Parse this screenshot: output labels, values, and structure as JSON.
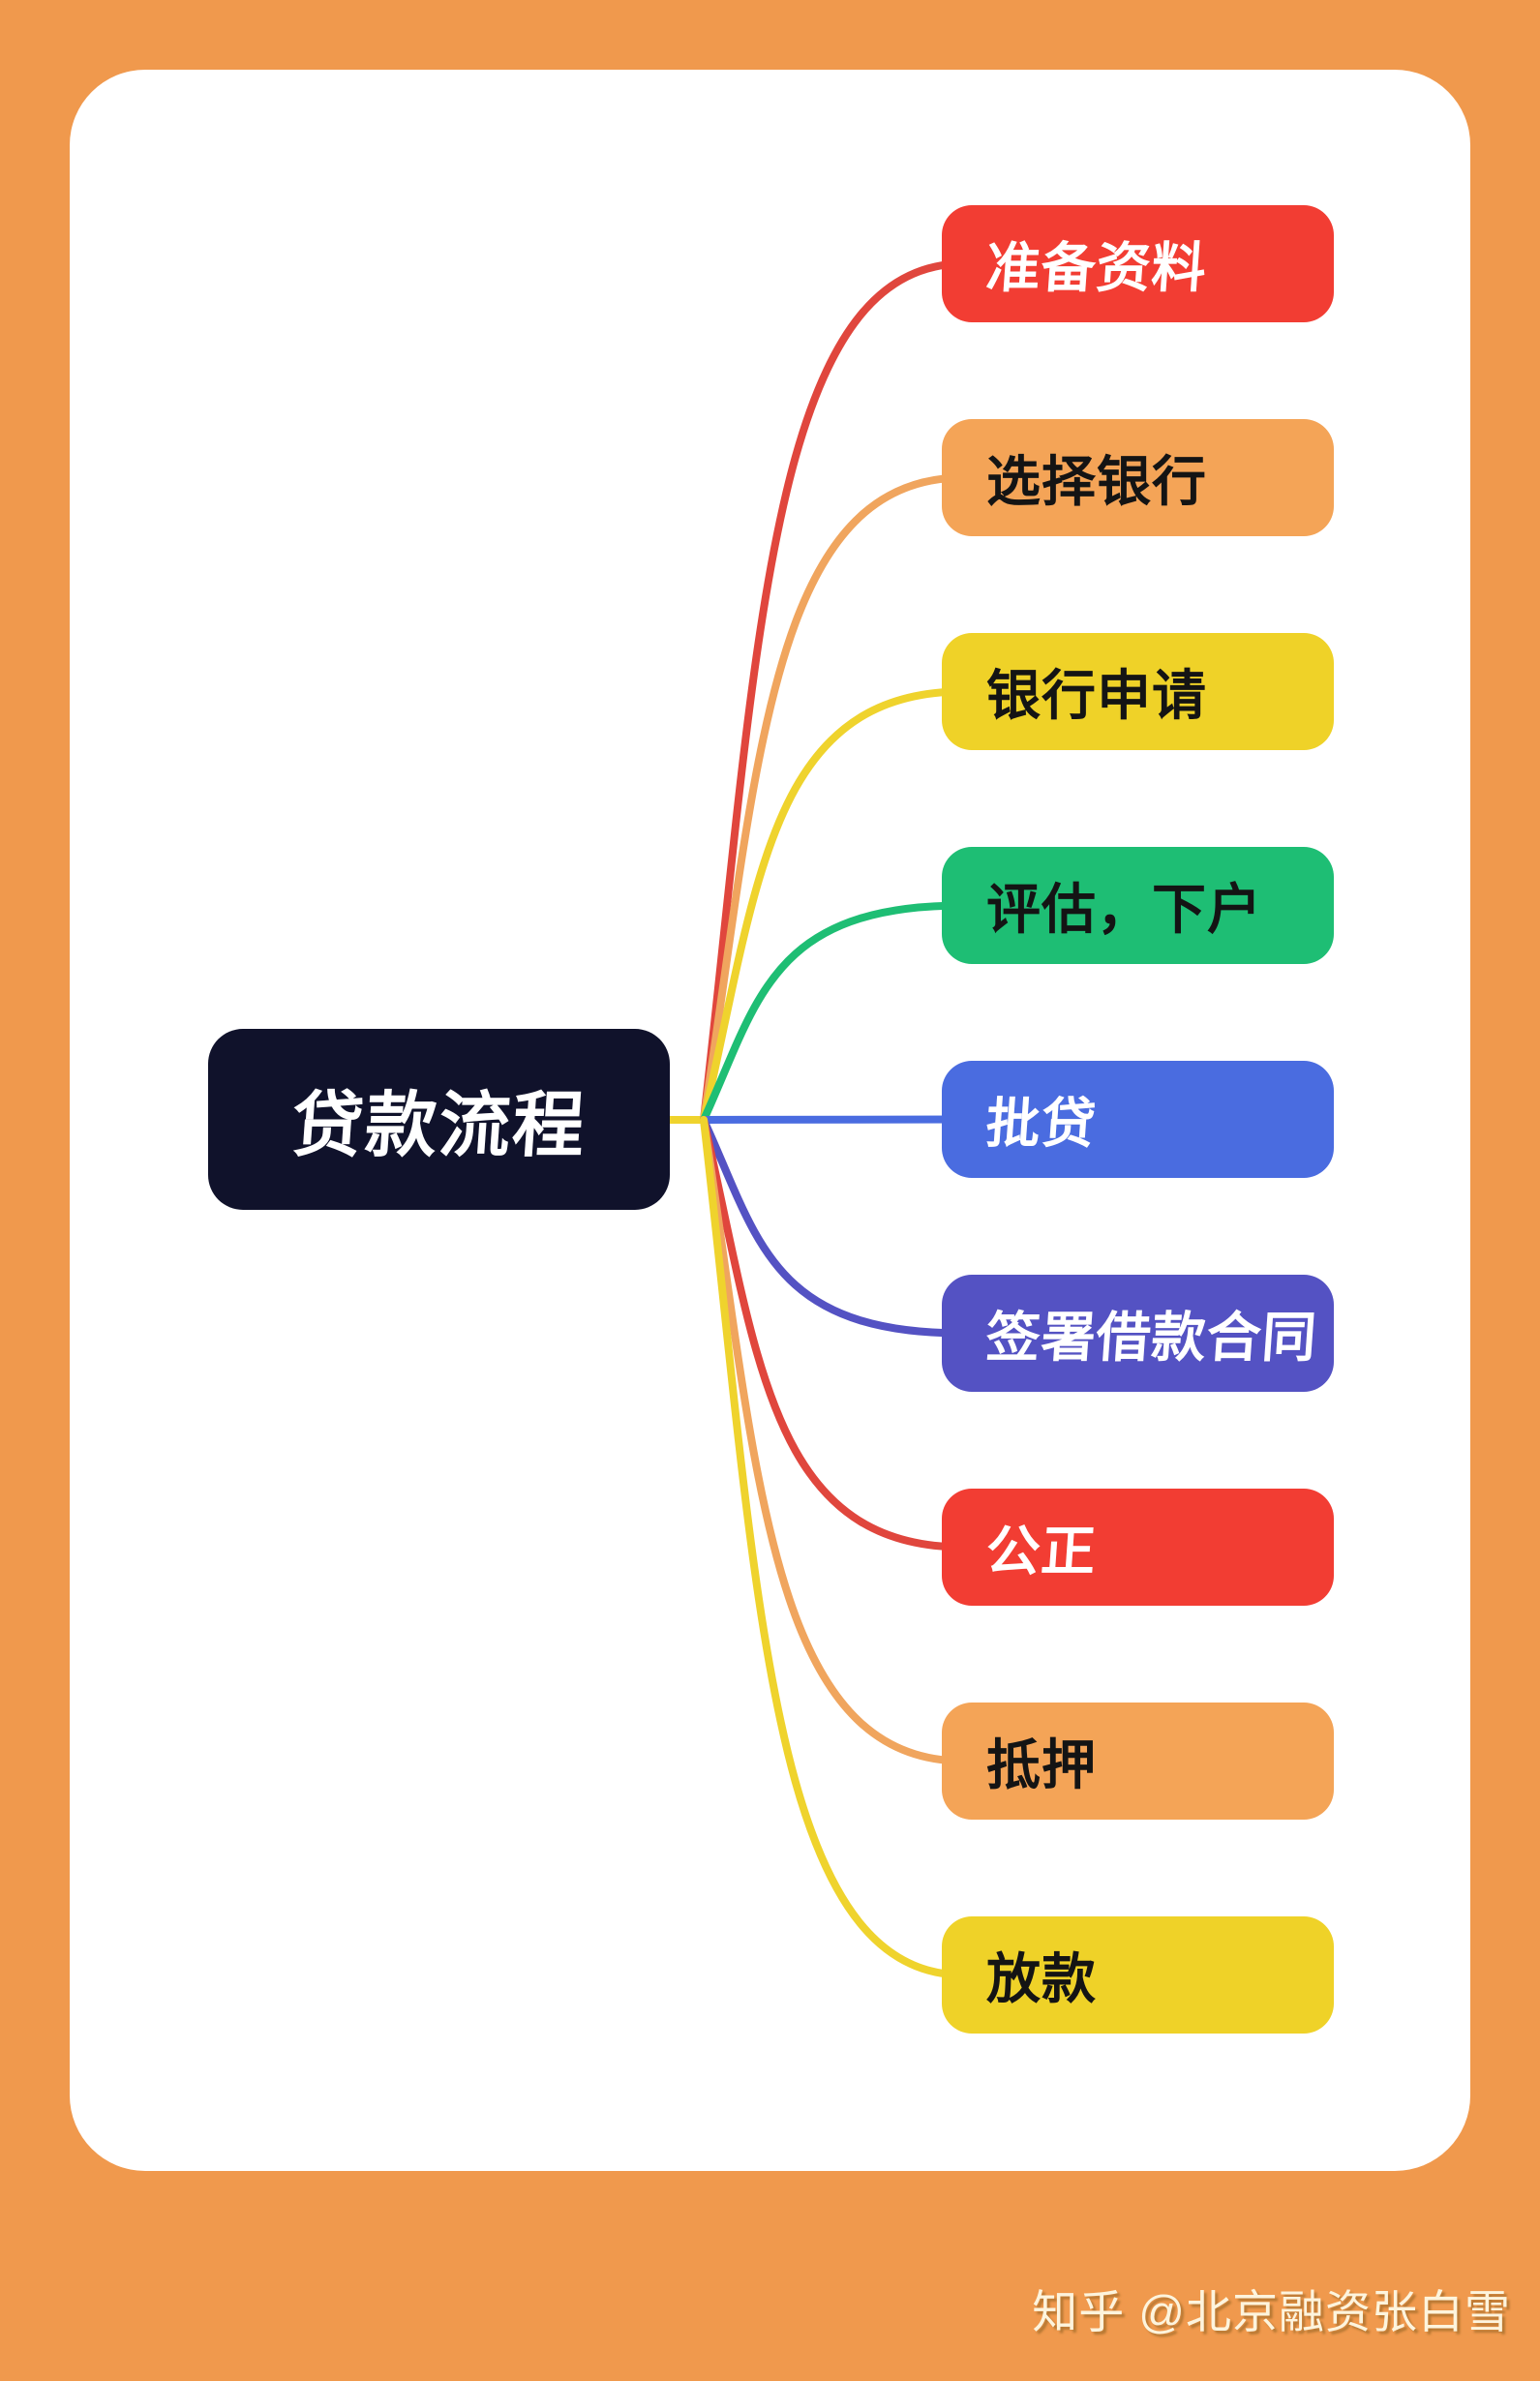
{
  "page": {
    "background_color": "#f0994d",
    "card_color": "#ffffff"
  },
  "watermark": {
    "text": "知乎 @北京融资张白雪"
  },
  "mindmap": {
    "root": {
      "label": "贷款流程",
      "bg": "#10122b",
      "text_color": "#ffffff",
      "stub_color": "#efd32d"
    },
    "branches": [
      {
        "label": "准备资料",
        "bg": "#f23d33",
        "text_color": "#ffffff",
        "line": "#e0463d"
      },
      {
        "label": "选择银行",
        "bg": "#f4a457",
        "text_color": "#141414",
        "line": "#f0a55e"
      },
      {
        "label": "银行申请",
        "bg": "#efd228",
        "text_color": "#141414",
        "line": "#efd32d"
      },
      {
        "label": "评估，下户",
        "bg": "#1ebe74",
        "text_color": "#141414",
        "line": "#1ebe74"
      },
      {
        "label": "批贷",
        "bg": "#4a6ce0",
        "text_color": "#ffffff",
        "line": "#4a6ce0"
      },
      {
        "label": "签署借款合同",
        "bg": "#5452c3",
        "text_color": "#ffffff",
        "line": "#5452c3"
      },
      {
        "label": "公正",
        "bg": "#f23d33",
        "text_color": "#ffffff",
        "line": "#e0463d"
      },
      {
        "label": "抵押",
        "bg": "#f4a457",
        "text_color": "#141414",
        "line": "#f0a55e"
      },
      {
        "label": "放款",
        "bg": "#efd228",
        "text_color": "#141414",
        "line": "#efd32d"
      }
    ]
  }
}
